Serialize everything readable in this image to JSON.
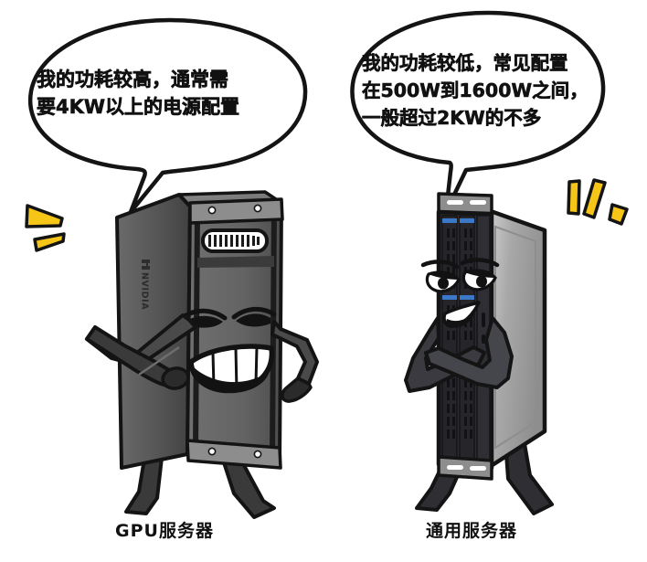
{
  "scene": {
    "type": "comic-illustration",
    "background_color": "#ffffff",
    "description": "Two anthropomorphic server characters comparing power consumption"
  },
  "characters": [
    {
      "id": "gpu-server",
      "caption": "GPU服务器",
      "brand_logo": "NVIDIA",
      "body_color": "#4a4a4a",
      "side_color": "#5a5a5a",
      "outline_color": "#1a1a1a",
      "expression": "wide-toothy-grin",
      "pose": "hands-on-hips",
      "speech": {
        "lines": [
          "我的功耗较高，通常需",
          "要4KW以上的电源配置"
        ],
        "full_text": "我的功耗较高，通常需要4KW以上的电源配置",
        "tail_direction": "down-left"
      },
      "accent_marks": {
        "count": 2,
        "color": "#f5c518",
        "side": "left"
      }
    },
    {
      "id": "general-server",
      "caption": "通用服务器",
      "body_color": "#2b2b30",
      "side_color": "#9a9a9a",
      "accent_strip_color": "#3c78c8",
      "outline_color": "#1a1a1a",
      "expression": "smug-half-lidded-smirk",
      "pose": "arms-crossed",
      "speech": {
        "lines": [
          "我的功耗较低，常见配置",
          "在500W到1600W之间，",
          "一般超过2KW的不多"
        ],
        "full_text": "我的功耗较低，常见配置在500W到1600W之间，一般超过2KW的不多",
        "tail_direction": "down"
      },
      "accent_marks": {
        "count": 3,
        "color": "#f5c518",
        "side": "right"
      }
    }
  ],
  "colors": {
    "outline": "#1a1a1a",
    "accent_yellow": "#f5c518",
    "blue_strip": "#3c78c8",
    "dark_body": "#2b2b30",
    "mid_gray": "#4a4a4a",
    "light_gray": "#b8b8b8",
    "white": "#ffffff"
  }
}
